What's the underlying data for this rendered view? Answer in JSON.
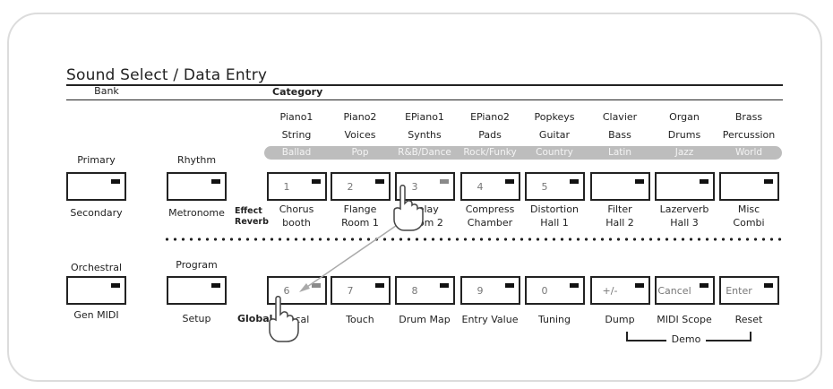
{
  "title": "Sound Select / Data Entry",
  "header": {
    "bank": "Bank",
    "category": "Category"
  },
  "left": {
    "primary": "Primary",
    "secondary": "Secondary",
    "rhythm": "Rhythm",
    "metronome": "Metronome",
    "orchestral": "Orchestral",
    "gen_midi": "Gen MIDI",
    "program": "Program",
    "setup": "Setup"
  },
  "row_labels": {
    "effect": "Effect",
    "reverb": "Reverb",
    "global": "Global"
  },
  "categories": [
    {
      "top": "Piano1",
      "bottom": "String",
      "genre": "Ballad"
    },
    {
      "top": "Piano2",
      "bottom": "Voices",
      "genre": "Pop"
    },
    {
      "top": "EPiano1",
      "bottom": "Synths",
      "genre": "R&B/Dance"
    },
    {
      "top": "EPiano2",
      "bottom": "Pads",
      "genre": "Rock/Funky"
    },
    {
      "top": "Popkeys",
      "bottom": "Guitar",
      "genre": "Country"
    },
    {
      "top": "Clavier",
      "bottom": "Bass",
      "genre": "Latin"
    },
    {
      "top": "Organ",
      "bottom": "Drums",
      "genre": "Jazz"
    },
    {
      "top": "Brass",
      "bottom": "Percussion",
      "genre": "World"
    }
  ],
  "upper_buttons": [
    "1",
    "2",
    "3",
    "4",
    "5",
    "",
    "",
    ""
  ],
  "effects": [
    {
      "top": "Chorus",
      "bottom": "booth"
    },
    {
      "top": "Flange",
      "bottom": "Room 1"
    },
    {
      "top": "Delay",
      "bottom": "Room 2"
    },
    {
      "top": "Compress",
      "bottom": "Chamber"
    },
    {
      "top": "Distortion",
      "bottom": "Hall 1"
    },
    {
      "top": "Filter",
      "bottom": "Hall 2"
    },
    {
      "top": "Lazerverb",
      "bottom": "Hall 3"
    },
    {
      "top": "Misc",
      "bottom": "Combi"
    }
  ],
  "lower_buttons": [
    "6",
    "7",
    "8",
    "9",
    "0",
    "+/-",
    "Cancel",
    "Enter"
  ],
  "global_funcs": [
    "Local",
    "Touch",
    "Drum Map",
    "Entry Value",
    "Tuning",
    "Dump",
    "MIDI Scope",
    "Reset"
  ],
  "demo": "Demo"
}
